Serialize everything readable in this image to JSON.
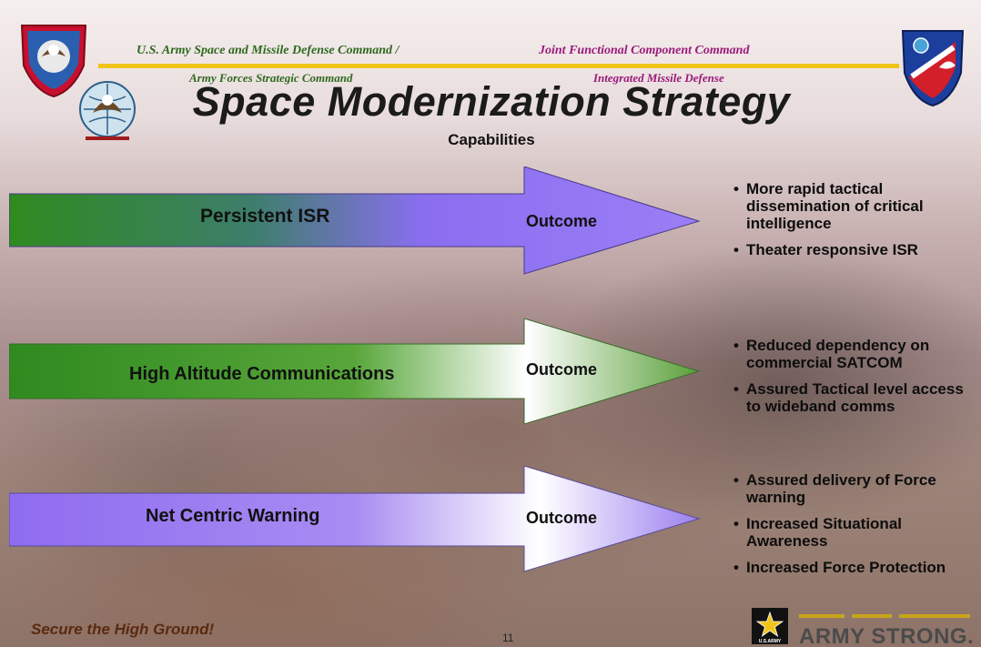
{
  "header": {
    "left_line1": "U.S. Army Space and Missile Defense Command /",
    "right_line1": "Joint Functional Component Command",
    "left_line2": "Army Forces Strategic Command",
    "right_line2": "Integrated Missile Defense"
  },
  "title": "Space Modernization Strategy",
  "subtitle": "Capabilities",
  "rows": [
    {
      "label": "Persistent ISR",
      "outcome": "Outcome",
      "bullets": [
        "More rapid tactical dissemination of critical intelligence",
        "Theater responsive ISR"
      ]
    },
    {
      "label": "High Altitude Communications",
      "outcome": "Outcome",
      "bullets": [
        "Reduced dependency on commercial SATCOM",
        "Assured Tactical level access to wideband comms"
      ]
    },
    {
      "label": "Net Centric Warning",
      "outcome": "Outcome",
      "bullets": [
        "Assured delivery of Force warning",
        "Increased Situational Awareness",
        "Increased Force Protection"
      ]
    }
  ],
  "footer": {
    "motto": "Secure the High Ground!",
    "page_number": "11",
    "brand": "ARMY STRONG.",
    "logo_caption": "U.S.ARMY"
  },
  "colors": {
    "green": "#2e8b1e",
    "purple": "#8f6cf0",
    "gold": "#f0c419"
  },
  "icons": [
    "eagle-shield-icon",
    "eagle-globe-emblem-icon",
    "eagle-shield-right-icon",
    "army-star-icon"
  ]
}
